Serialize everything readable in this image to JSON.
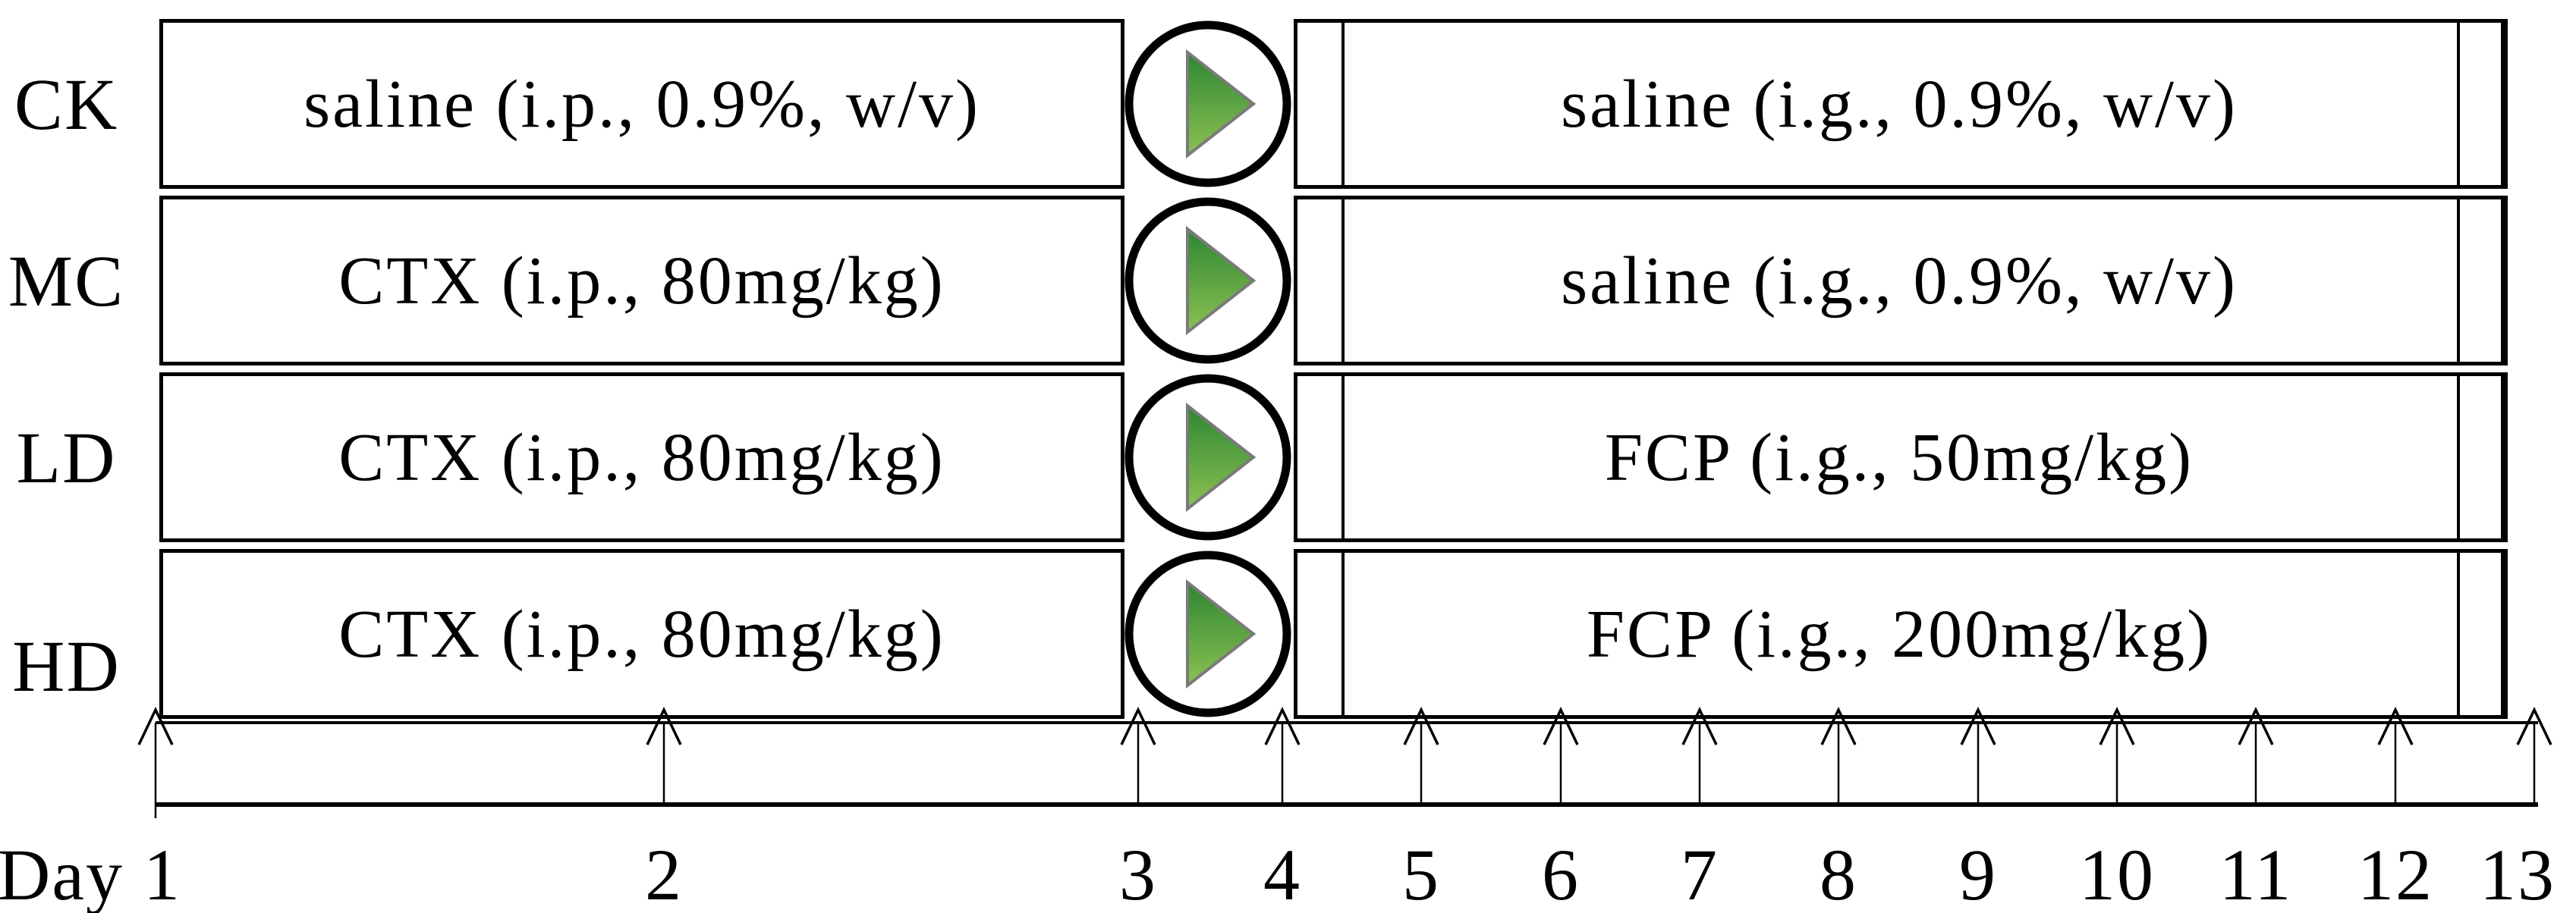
{
  "figure": {
    "title_hint": "experimental-design-timeline",
    "groups": [
      {
        "label": "CK",
        "left_treatment": "saline (i.p., 0.9%, w/v)",
        "right_treatment": "saline (i.g., 0.9%, w/v)"
      },
      {
        "label": "MC",
        "left_treatment": "CTX (i.p., 80mg/kg)",
        "right_treatment": "saline (i.g., 0.9%, w/v)"
      },
      {
        "label": "LD",
        "left_treatment": "CTX (i.p., 80mg/kg)",
        "right_treatment": "FCP (i.g., 50mg/kg)"
      },
      {
        "label": "HD",
        "left_treatment": "CTX (i.p., 80mg/kg)",
        "right_treatment": "FCP (i.g., 200mg/kg)"
      }
    ],
    "icons": {
      "play_icon_name": "play-transition-icon",
      "play_gradient_top": "#2d8633",
      "play_gradient_bottom": "#8cc152",
      "play_border": "#7a7a7a",
      "circle_color": "#000000"
    },
    "axis": {
      "day_labels": [
        "Day 1",
        "2",
        "3",
        "4",
        "5",
        "6",
        "7",
        "8",
        "9",
        "10",
        "11",
        "12",
        "13"
      ],
      "line_color": "#000000"
    }
  }
}
